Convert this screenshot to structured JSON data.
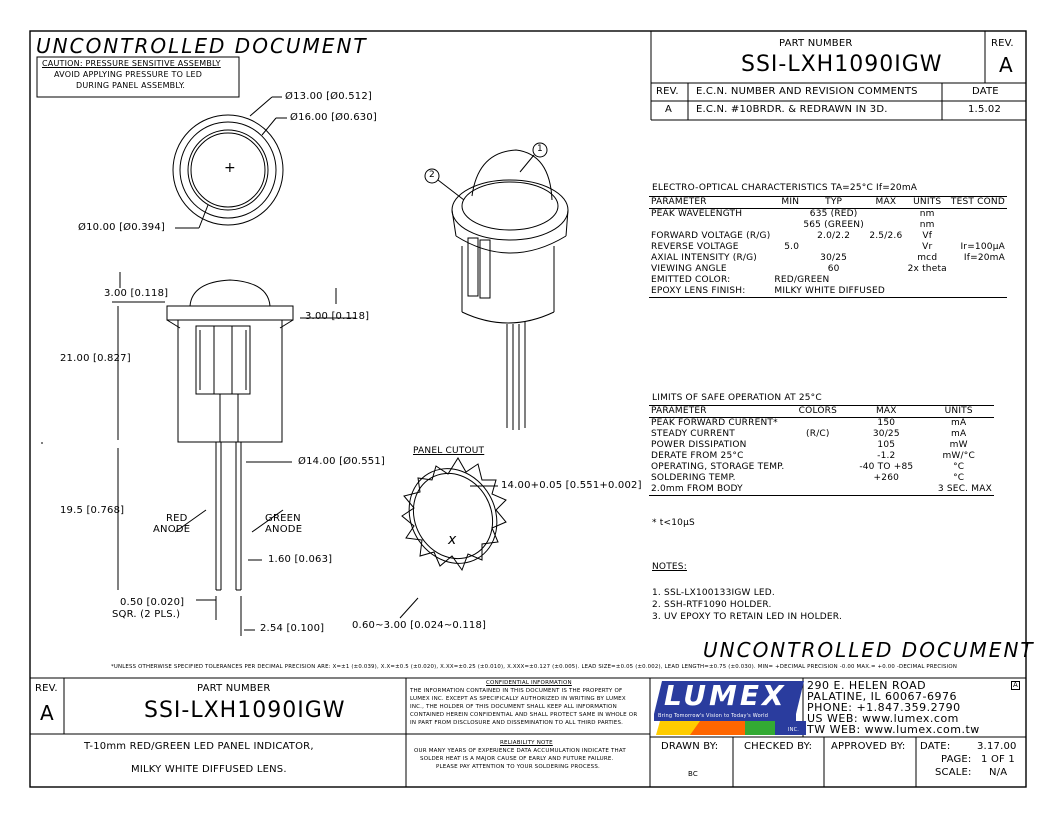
{
  "header": {
    "uncontrolled_top": "UNCONTROLLED DOCUMENT",
    "part_number_label": "PART NUMBER",
    "part_number": "SSI-LXH1090IGW",
    "rev_label": "REV.",
    "rev_value": "A"
  },
  "caution": {
    "line1": "CAUTION: PRESSURE SENSITIVE ASSEMBLY",
    "line2": "AVOID APPLYING PRESSURE TO LED",
    "line3": "DURING PANEL ASSEMBLY."
  },
  "revision_table": {
    "headers": [
      "REV.",
      "E.C.N. NUMBER AND REVISION COMMENTS",
      "DATE"
    ],
    "row": [
      "A",
      "E.C.N. #10BRDR. & REDRAWN IN 3D.",
      "1.5.02"
    ]
  },
  "dimensions": {
    "d13": "Ø13.00 [Ø0.512]",
    "d16": "Ø16.00 [Ø0.630]",
    "d10": "Ø10.00 [Ø0.394]",
    "h3_left": "3.00 [0.118]",
    "h3_right": "3.00 [0.118]",
    "h21": "21.00 [0.827]",
    "d14": "Ø14.00 [Ø0.551]",
    "h19": "19.5 [0.768]",
    "red_anode_1": "RED",
    "red_anode_2": "ANODE",
    "green_anode_1": "GREEN",
    "green_anode_2": "ANODE",
    "lead_160": "1.60 [0.063]",
    "lead_050_1": "0.50 [0.020]",
    "lead_050_2": "SQR. (2 PLS.)",
    "pitch": "2.54 [0.100]",
    "panel_cutout": "PANEL CUTOUT",
    "cutout_dim": "14.00+0.05 [0.551+0.002]",
    "panel_thickness": "0.60~3.00 [0.024~0.118]",
    "callout_1": "1",
    "callout_2": "2",
    "center_plus": "+",
    "center_x": "x"
  },
  "electro_optical": {
    "title": "ELECTRO-OPTICAL CHARACTERISTICS TA=25°C    If=20mA",
    "headers": [
      "PARAMETER",
      "MIN",
      "TYP",
      "MAX",
      "UNITS",
      "TEST COND"
    ],
    "rows": [
      [
        "PEAK WAVELENGTH",
        "",
        "635 (RED)",
        "",
        "nm",
        ""
      ],
      [
        "",
        "",
        "565 (GREEN)",
        "",
        "nm",
        ""
      ],
      [
        "FORWARD VOLTAGE (R/G)",
        "",
        "2.0/2.2",
        "2.5/2.6",
        "Vf",
        ""
      ],
      [
        "REVERSE VOLTAGE",
        "5.0",
        "",
        "",
        "Vr",
        "Ir=100µA"
      ],
      [
        "AXIAL INTENSITY   (R/G)",
        "",
        "30/25",
        "",
        "mcd",
        "If=20mA"
      ],
      [
        "VIEWING ANGLE",
        "",
        "60",
        "",
        "2x theta",
        ""
      ],
      [
        "EMITTED COLOR:",
        "RED/GREEN",
        "",
        "",
        "",
        ""
      ],
      [
        "EPOXY LENS FINISH:",
        "MILKY WHITE DIFFUSED",
        "",
        "",
        "",
        ""
      ]
    ]
  },
  "safe_operation": {
    "title": "LIMITS OF SAFE OPERATION AT 25°C",
    "headers": [
      "PARAMETER",
      "COLORS",
      "MAX",
      "UNITS"
    ],
    "rows": [
      [
        "PEAK FORWARD CURRENT*",
        "",
        "150",
        "mA"
      ],
      [
        "STEADY CURRENT",
        "(R/C)",
        "30/25",
        "mA"
      ],
      [
        "POWER DISSIPATION",
        "",
        "105",
        "mW"
      ],
      [
        "DERATE FROM 25°C",
        "",
        "-1.2",
        "mW/°C"
      ],
      [
        "OPERATING, STORAGE TEMP.",
        "",
        "-40 TO +85",
        "°C"
      ],
      [
        "SOLDERING TEMP.",
        "",
        "+260",
        "°C"
      ],
      [
        "2.0mm FROM BODY",
        "",
        "",
        "3 SEC. MAX"
      ]
    ],
    "footnote": "* t<10µS"
  },
  "notes": {
    "title": "NOTES:",
    "items": [
      "1. SSL-LX100133IGW LED.",
      "2. SSH-RTF1090 HOLDER.",
      "3. UV EPOXY TO RETAIN LED IN HOLDER."
    ]
  },
  "uncontrolled_bottom": "UNCONTROLLED DOCUMENT",
  "tolerance_line": "*UNLESS OTHERWISE SPECIFIED TOLERANCES PER DECIMAL PRECISION ARE: X=±1 (±0.039), X.X=±0.5 (±0.020), X.XX=±0.25 (±0.010), X.XXX=±0.127 (±0.005).  LEAD SIZE=±0.05 (±0.002), LEAD LENGTH=±0.75 (±0.030). MIN= +DECIMAL PRECISION -0.00  MAX.= +0.00 -DECIMAL PRECISION",
  "title_block": {
    "rev_label": "REV.",
    "rev_value": "A",
    "part_number_label": "PART NUMBER",
    "part_number": "SSI-LXH1090IGW",
    "description_1": "T-10mm RED/GREEN LED PANEL INDICATOR,",
    "description_2": "MILKY WHITE DIFFUSED LENS.",
    "confidential_title": "CONFIDENTIAL INFORMATION",
    "confidential_lines": [
      "THE INFORMATION CONTAINED IN THIS DOCUMENT IS THE PROPERTY OF",
      "LUMEX INC.  EXCEPT AS SPECIFICALLY AUTHORIZED IN WRITING BY LUMEX",
      "INC., THE HOLDER OF THIS DOCUMENT SHALL KEEP ALL INFORMATION",
      "CONTAINED HEREIN CONFIDENTIAL AND SHALL PROTECT SAME IN WHOLE OR",
      "IN PART FROM DISCLOSURE AND DISSEMINATION TO ALL THIRD PARTIES."
    ],
    "reliability_title": "RELIABILITY NOTE",
    "reliability_lines": [
      "OUR MANY YEARS OF EXPERIENCE DATA ACCUMULATION INDICATE THAT",
      "SOLDER HEAT IS A MAJOR CAUSE OF EARLY AND FUTURE FAILURE.",
      "PLEASE PAY ATTENTION TO YOUR SOLDERING PROCESS."
    ],
    "logo_text": "LUMEX",
    "logo_tagline": "Bring Tomorrow's Vision to Today's World",
    "logo_sub": "INC.",
    "address_lines": [
      "290 E. HELEN ROAD",
      "PALATINE, IL  60067-6976",
      "PHONE: +1.847.359.2790",
      "US WEB: www.lumex.com",
      "TW WEB: www.lumex.com.tw"
    ],
    "address_rev": "A",
    "drawn_by_label": "DRAWN BY:",
    "drawn_by_value": "BC",
    "checked_by_label": "CHECKED BY:",
    "approved_by_label": "APPROVED BY:",
    "date_label": "DATE:",
    "date_value": "3.17.00",
    "page_label": "PAGE:",
    "page_value": "1 OF 1",
    "scale_label": "SCALE:",
    "scale_value": "N/A"
  },
  "colors": {
    "logo_blue": "#2a3c9e",
    "ink": "#000000"
  }
}
